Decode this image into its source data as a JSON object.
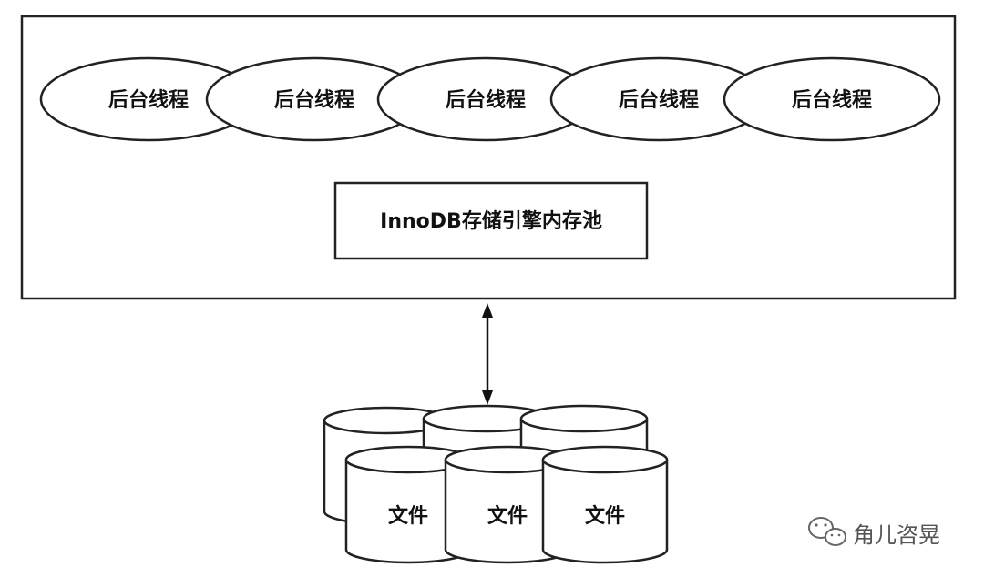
{
  "diagram": {
    "thread_label": "后台线程",
    "threads": [
      "后台线程",
      "后台线程",
      "后台线程",
      "后台线程",
      "后台线程"
    ],
    "buffer_pool_label": "InnoDB存储引擎内存池",
    "file_label": "文件",
    "files": [
      "文件",
      "文件",
      "文件"
    ]
  },
  "watermark": {
    "text": "角儿咨晃",
    "icon": "wechat-icon"
  }
}
